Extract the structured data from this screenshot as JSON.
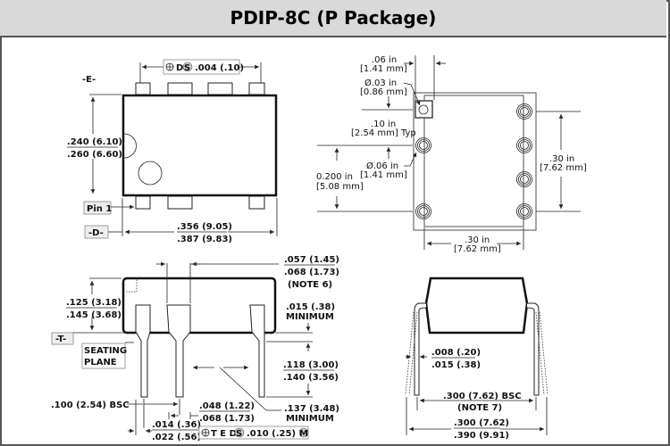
{
  "title": "PDIP-8C (P Package)",
  "top_view": {
    "datum_e": "-E-",
    "datum_d": "-D-",
    "pin1": "Pin 1",
    "tolerance_frame": "D",
    "tolerance_value": ".004 (.10)",
    "width_min": ".240 (6.10)",
    "width_max": ".260 (6.60)",
    "length_min": ".356 (9.05)",
    "length_max": ".387 (9.83)"
  },
  "footprint": {
    "pad_offset_in": ".06 in",
    "pad_offset_mm": "[1.41 mm]",
    "drill_in": "Ø.03 in",
    "drill_mm": "[0.86 mm]",
    "pitch_in": ".10 in",
    "pitch_mm": "[2.54 mm] Typ",
    "pad_dia_in": "Ø.06 in",
    "pad_dia_mm": "[1.41 mm]",
    "span_in": "0.200 in",
    "span_mm": "[5.08 mm]",
    "row_v_in": ".30 in",
    "row_v_mm": "[7.62 mm]",
    "row_h_in": ".30 in",
    "row_h_mm": "[7.62 mm]"
  },
  "side_view": {
    "height_min": ".125 (3.18)",
    "height_max": ".145 (3.68)",
    "datum_t": "-T-",
    "seating_1": "SEATING",
    "seating_2": "PLANE",
    "shoulder_min": ".057 (1.45)",
    "shoulder_max": ".068 (1.73)",
    "note6": "(NOTE 6)",
    "standoff": ".015 (.38)",
    "standoff_note": "MINIMUM",
    "lead_len_min": ".118 (3.00)",
    "lead_len_max": ".140 (3.56)",
    "pitch": ".100 (2.54) BSC",
    "upper_w_min": ".048 (1.22)",
    "upper_w_max": ".068 (1.73)",
    "gap": ".137 (3.48)",
    "gap_note": "MINIMUM",
    "lead_w_min": ".014 (.36)",
    "lead_w_max": ".022 (.56)",
    "tol_frame": "T E D",
    "tol_value": ".010 (.25)",
    "tol_mod": "M"
  },
  "end_view": {
    "thick_min": ".008 (.20)",
    "thick_max": ".015 (.38)",
    "row_spacing": ".300 (7.62) BSC",
    "note7": "(NOTE 7)",
    "overall_min": ".300 (7.62)",
    "overall_max": ".390 (9.91)"
  }
}
